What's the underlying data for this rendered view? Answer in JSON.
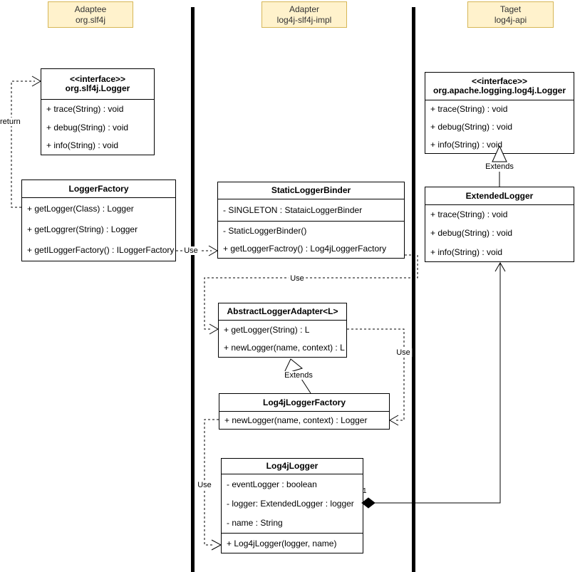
{
  "lanes": [
    {
      "title": "Adaptee",
      "subtitle": "org.slf4j"
    },
    {
      "title": "Adapter",
      "subtitle": "log4j-slf4j-impl"
    },
    {
      "title": "Taget",
      "subtitle": "log4j-api"
    }
  ],
  "classes": {
    "slf4jLogger": {
      "stereotype": "<<interface>>",
      "name": "org.slf4j.Logger",
      "methods": [
        "+ trace(String) : void",
        "+ debug(String) : void",
        "+ info(String) : void"
      ]
    },
    "loggerFactory": {
      "name": "LoggerFactory",
      "methods": [
        "+ getLogger(Class) : Logger",
        "+ getLoggrer(String) : Logger",
        "+ getILoggerFactory() : ILoggerFactory"
      ]
    },
    "staticLoggerBinder": {
      "name": "StaticLoggerBinder",
      "fields": [
        "- SINGLETON : StataicLoggerBinder"
      ],
      "methods": [
        "- StaticLoggerBinder()",
        "+ getLoggerFactroy() : Log4jLoggerFactory"
      ]
    },
    "abstractLoggerAdapter": {
      "name": "AbstractLoggerAdapter<L>",
      "methods": [
        "+ getLogger(String) : L",
        "+ newLogger(name, context) : L"
      ]
    },
    "log4jLoggerFactory": {
      "name": "Log4jLoggerFactory",
      "methods": [
        "+ newLogger(name, context) : Logger"
      ]
    },
    "log4jLogger": {
      "name": "Log4jLogger",
      "fields": [
        "- eventLogger : boolean",
        "- logger: ExtendedLogger : logger",
        "- name : String"
      ],
      "methods": [
        "+ Log4jLogger(logger, name)"
      ]
    },
    "log4jApiLogger": {
      "stereotype": "<<interface>>",
      "name": "org.apache.logging.log4j.Logger",
      "methods": [
        "+ trace(String) : void",
        "+ debug(String) : void",
        "+ info(String) : void"
      ]
    },
    "extendedLogger": {
      "name": "ExtendedLogger",
      "methods": [
        "+ trace(String) : void",
        "+ debug(String) : void",
        "+ info(String) : void"
      ]
    }
  },
  "edge_labels": {
    "use": "Use",
    "extends": "Extends",
    "return": "return",
    "one": "1"
  },
  "colors": {
    "lane_fill": "#fff2cc",
    "lane_border": "#d6b656",
    "line": "#000000",
    "box_fill": "#ffffff"
  }
}
